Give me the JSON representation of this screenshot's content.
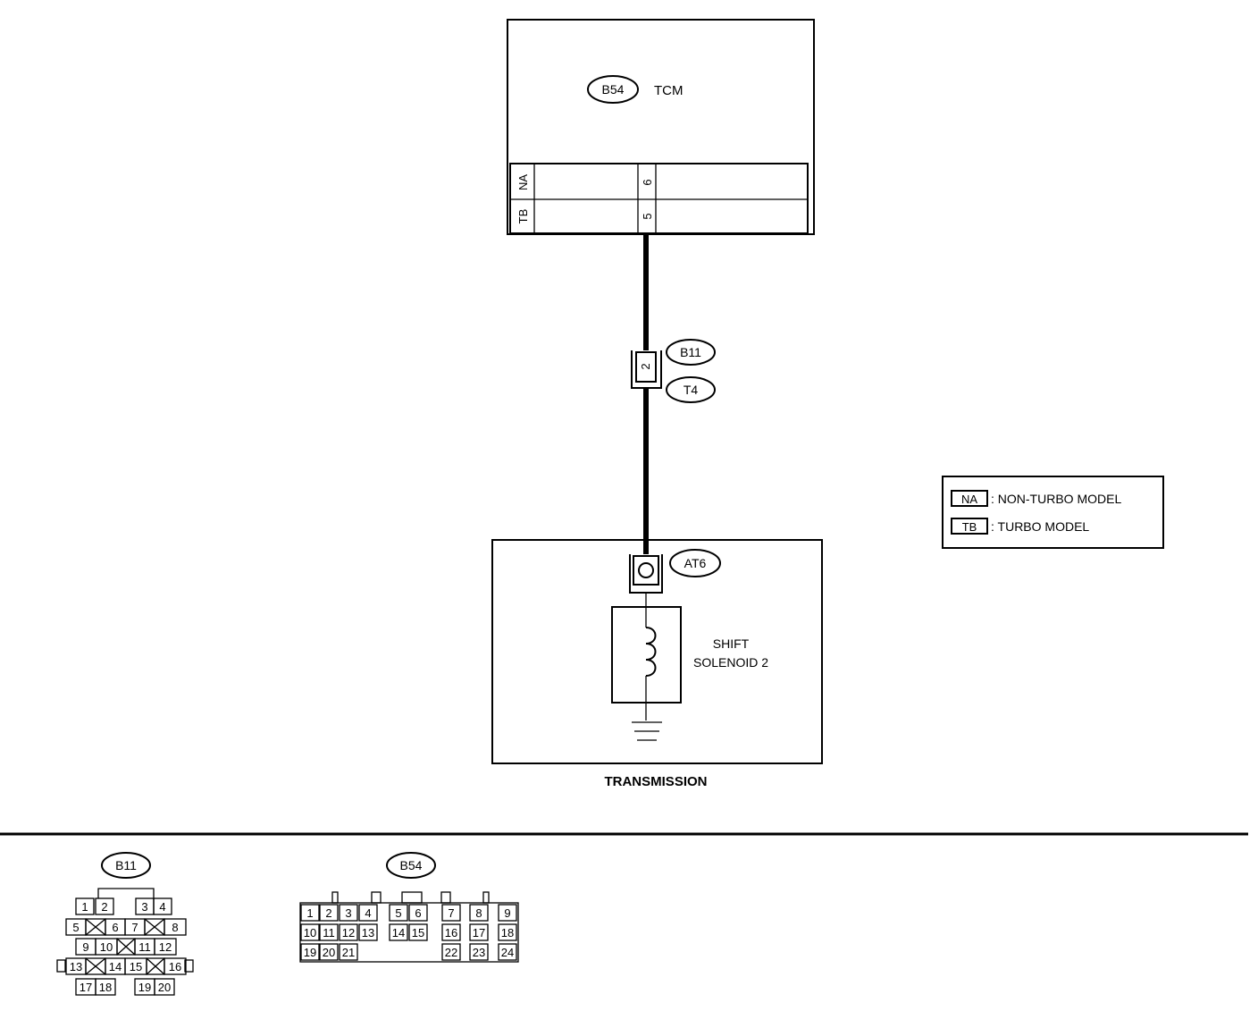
{
  "tcm": {
    "connector": "B54",
    "name": "TCM",
    "rows": [
      {
        "model": "NA",
        "pin": "6"
      },
      {
        "model": "TB",
        "pin": "5"
      }
    ]
  },
  "joint": {
    "pin": "2",
    "connector_a": "B11",
    "connector_b": "T4"
  },
  "transmission": {
    "connector": "AT6",
    "name": "TRANSMISSION",
    "solenoid_line1": "SHIFT",
    "solenoid_line2": "SOLENOID 2"
  },
  "legend": [
    {
      "code": "NA",
      "label": ": NON-TURBO MODEL"
    },
    {
      "code": "TB",
      "label": ": TURBO MODEL"
    }
  ],
  "connector_views": [
    {
      "id": "B11",
      "pins": [
        "1",
        "2",
        "3",
        "4",
        "5",
        "6",
        "7",
        "8",
        "9",
        "10",
        "11",
        "12",
        "13",
        "14",
        "15",
        "16",
        "17",
        "18",
        "19",
        "20"
      ]
    },
    {
      "id": "B54",
      "pins": [
        "1",
        "2",
        "3",
        "4",
        "5",
        "6",
        "7",
        "8",
        "9",
        "10",
        "11",
        "12",
        "13",
        "14",
        "15",
        "16",
        "17",
        "18",
        "19",
        "20",
        "21",
        "22",
        "23",
        "24"
      ]
    }
  ]
}
